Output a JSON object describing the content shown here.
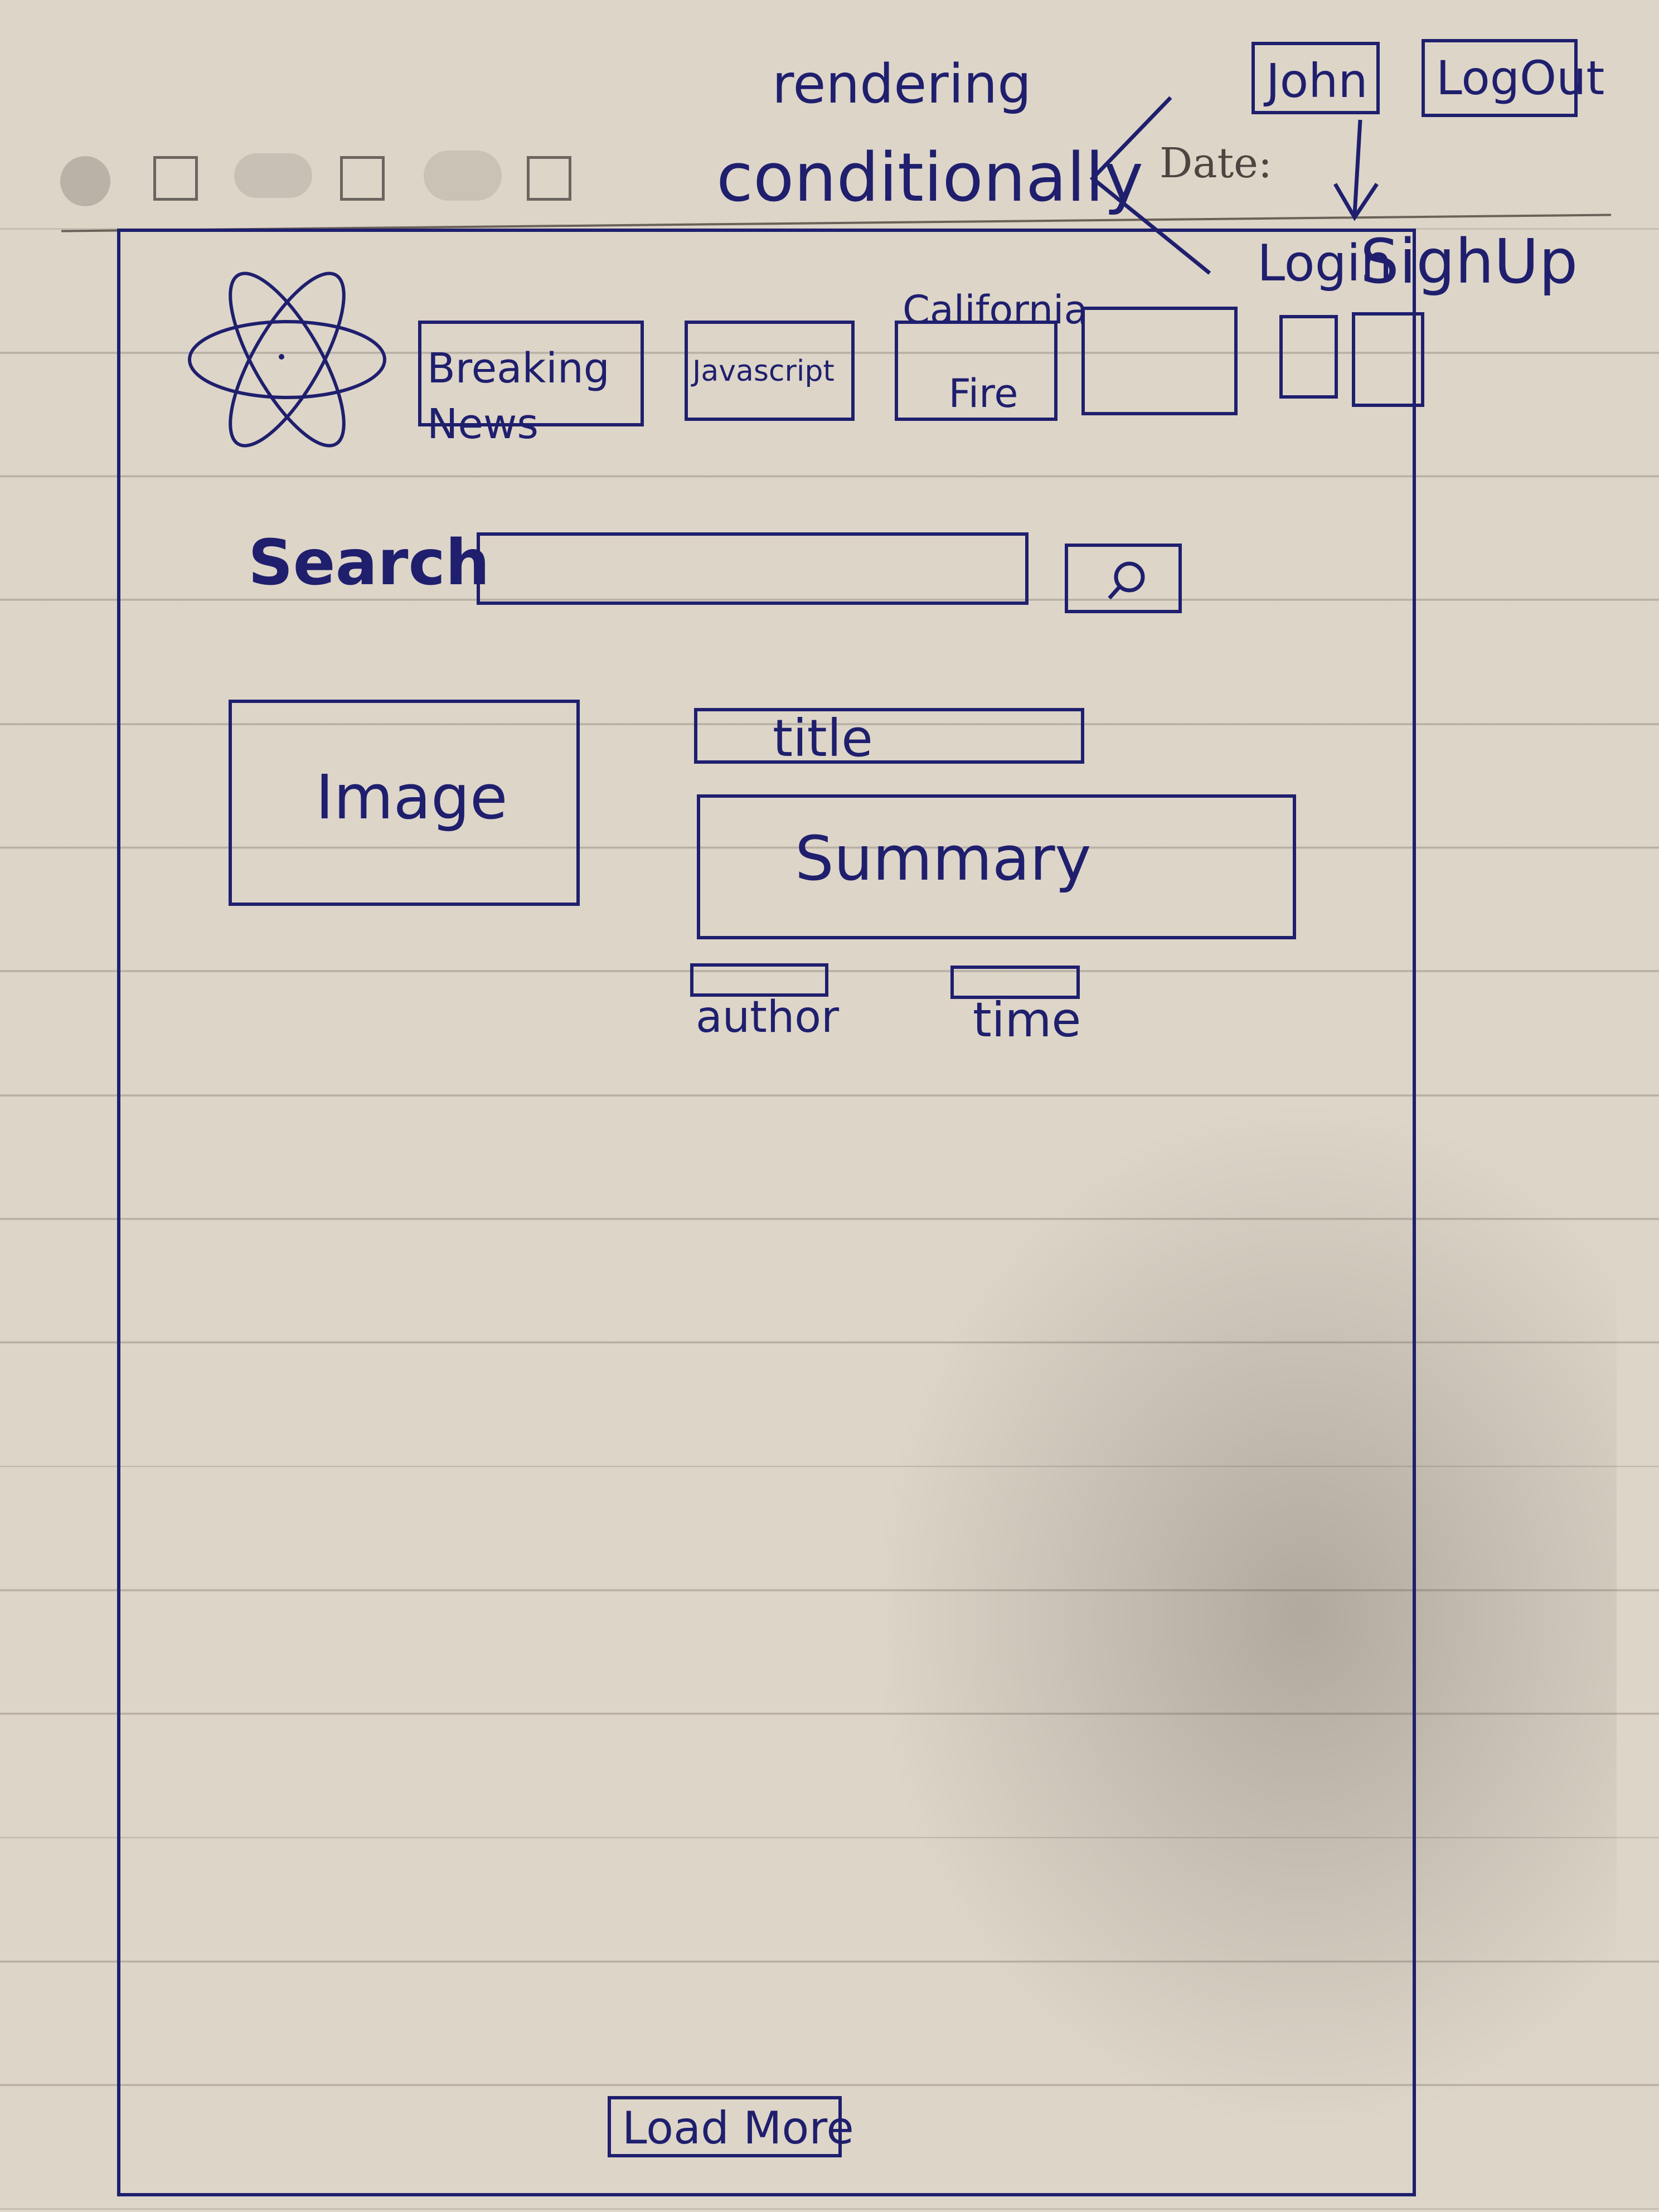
{
  "annotation": {
    "line1": "rendering",
    "line2": "conditionally"
  },
  "paper": {
    "date_label": "Date:"
  },
  "user_bar": {
    "username": "John",
    "logout_label": "LogOut"
  },
  "auth_bar": {
    "login_label": "Login",
    "signup_label": "SighUp"
  },
  "nav": {
    "items": [
      {
        "label": "Breaking News"
      },
      {
        "label": "Javascript"
      },
      {
        "label": "California Fire"
      },
      {
        "label": ""
      }
    ]
  },
  "search": {
    "label": "Search",
    "button_icon": "search-icon"
  },
  "article": {
    "image_label": "Image",
    "title_label": "title",
    "summary_label": "Summary",
    "author_label": "author",
    "time_label": "time"
  },
  "footer": {
    "load_more_label": "Load More"
  },
  "colors": {
    "ink": "#1f1f6e",
    "paper": "#ddd5c8"
  }
}
